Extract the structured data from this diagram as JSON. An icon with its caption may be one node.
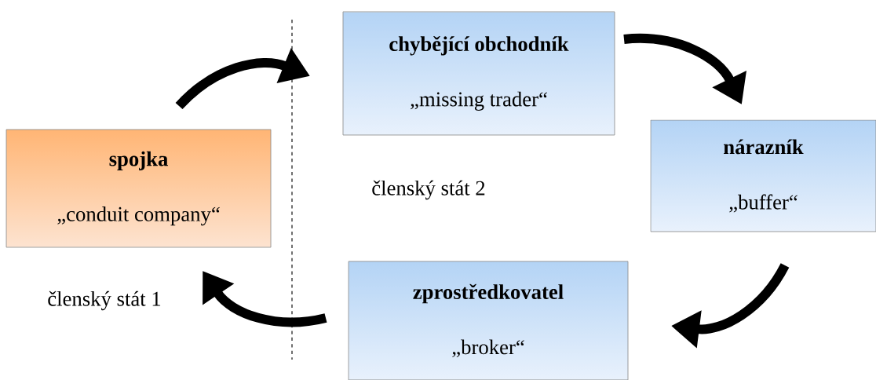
{
  "diagram": {
    "nodes": [
      {
        "text": [
          "spojka",
          "„conduit company“"
        ]
      },
      {
        "text": [
          "chybějící obchodník",
          "„missing trader“"
        ]
      },
      {
        "text": [
          "nárazník",
          "„buffer“"
        ]
      },
      {
        "text": [
          "zprostředkovatel",
          "„broker“"
        ]
      }
    ],
    "edges": [
      {
        "from": 0,
        "to": 1,
        "arrow": "to"
      },
      {
        "from": 1,
        "to": 2,
        "arrow": "to"
      },
      {
        "from": 2,
        "to": 3,
        "arrow": "to"
      },
      {
        "from": 3,
        "to": 0,
        "arrow": "to"
      }
    ],
    "labels": [
      "členský stát 2",
      "členský stát 1"
    ]
  }
}
